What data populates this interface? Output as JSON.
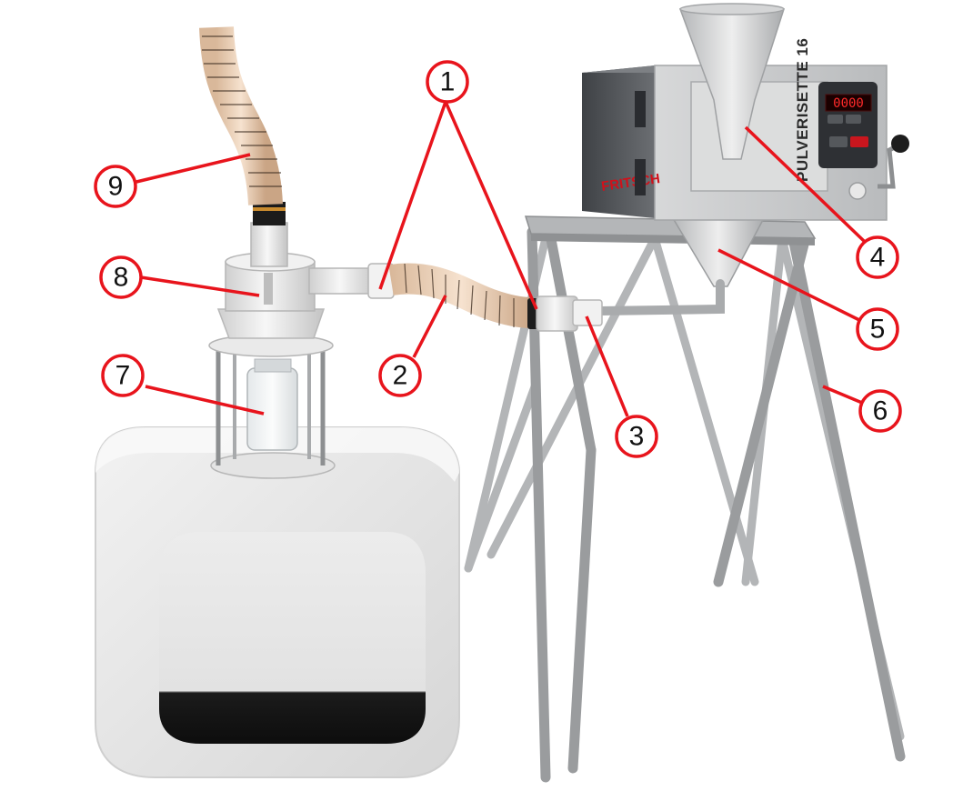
{
  "machine": {
    "brand_text": "FRITSCH",
    "model_text": "PULVERISETTE 16",
    "display_text": "0000"
  },
  "callouts": [
    {
      "id": "1",
      "label": "1"
    },
    {
      "id": "2",
      "label": "2"
    },
    {
      "id": "3",
      "label": "3"
    },
    {
      "id": "4",
      "label": "4"
    },
    {
      "id": "5",
      "label": "5"
    },
    {
      "id": "6",
      "label": "6"
    },
    {
      "id": "7",
      "label": "7"
    },
    {
      "id": "8",
      "label": "8"
    },
    {
      "id": "9",
      "label": "9"
    }
  ],
  "colors": {
    "callout": "#e8141c",
    "brand": "#d0111b",
    "metal": "#c9cbcd",
    "frame": "#9a9c9e",
    "housing_dark": "#5b5e62"
  }
}
